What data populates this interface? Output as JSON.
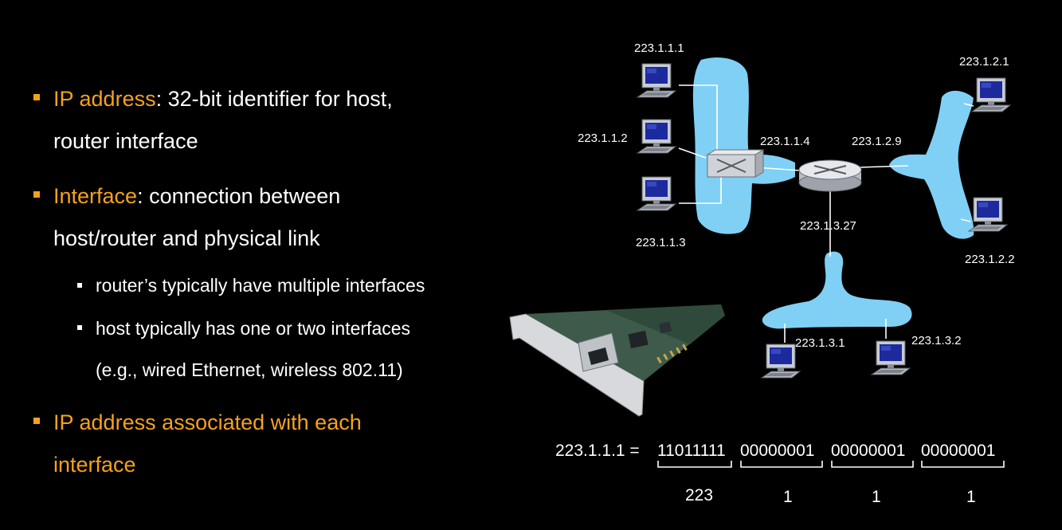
{
  "bullets": [
    {
      "term": "IP address",
      "rest_line1": ": 32-bit identifier for host,",
      "line2": "router interface"
    },
    {
      "term": "Interface",
      "rest_line1": ": connection between",
      "line2": "host/router and physical link"
    }
  ],
  "subbullets": [
    {
      "line1": "router’s typically have multiple interfaces"
    },
    {
      "line1": "host typically has one or two interfaces",
      "line2": "(e.g., wired Ethernet, wireless 802.11)"
    }
  ],
  "bullet3": {
    "line1": "IP address associated with each",
    "line2": "interface"
  },
  "network": {
    "hosts": {
      "h_1_1_1": "223.1.1.1",
      "h_1_1_2": "223.1.1.2",
      "h_1_1_3": "223.1.1.3",
      "h_1_2_1": "223.1.2.1",
      "h_1_2_2": "223.1.2.2",
      "h_1_3_1": "223.1.3.1",
      "h_1_3_2": "223.1.3.2"
    },
    "router_interfaces": {
      "r_1_1_4": "223.1.1.4",
      "r_1_2_9": "223.1.2.9",
      "r_1_3_27": "223.1.3.27"
    }
  },
  "binary": {
    "left": "223.1.1.1 =",
    "octets": [
      "11011111",
      "00000001",
      "00000001",
      "00000001"
    ],
    "decimals": [
      "223",
      "1",
      "1",
      "1"
    ]
  },
  "colors": {
    "accent": "#f5a21b",
    "subnet": "#7fd0f4",
    "background": "#000000"
  }
}
